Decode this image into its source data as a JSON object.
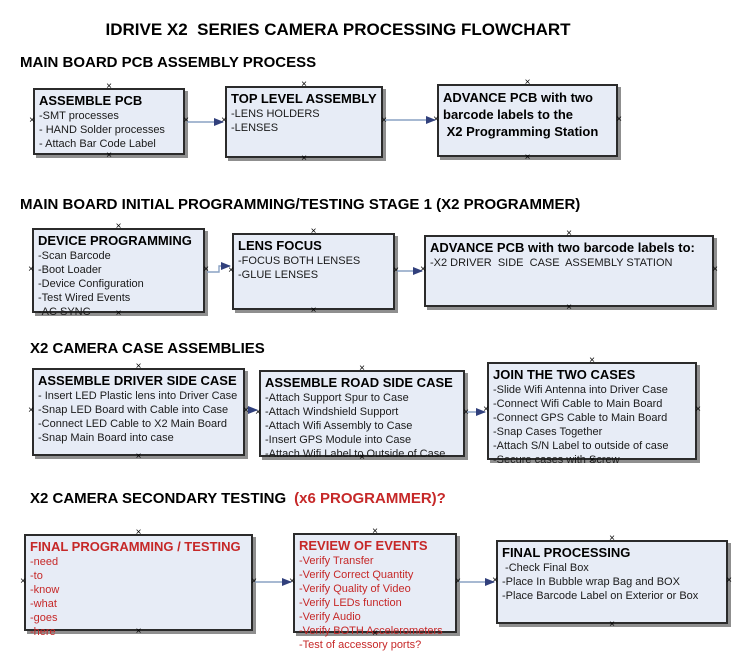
{
  "title": "IDRIVE X2  SERIES CAMERA PROCESSING FLOWCHART",
  "colors": {
    "box_fill": "#e7ecf6",
    "box_border": "#2b2b2b",
    "shadow": "#8f8f8f",
    "arrow_line": "#8aa2c4",
    "arrow_head": "#31407c",
    "red": "#c62828"
  },
  "sections": [
    {
      "heading": "MAIN BOARD PCB ASSEMBLY PROCESS",
      "boxes": [
        {
          "title": "ASSEMBLE PCB",
          "items": [
            "-SMT processes",
            "- HAND Solder processes",
            "- Attach Bar Code Label"
          ]
        },
        {
          "title": "TOP LEVEL ASSEMBLY",
          "items": [
            "-LENS HOLDERS",
            "-LENSES"
          ]
        },
        {
          "title_lines": [
            "ADVANCE PCB with two",
            "barcode labels to the",
            " X2 Programming Station"
          ]
        }
      ]
    },
    {
      "heading": "MAIN BOARD INITIAL PROGRAMMING/TESTING STAGE 1 (X2 PROGRAMMER)",
      "boxes": [
        {
          "title": "DEVICE PROGRAMMING",
          "items": [
            "-Scan Barcode",
            "-Boot Loader",
            "-Device Configuration",
            "-Test Wired Events",
            "-AC SYNC"
          ]
        },
        {
          "title": "LENS FOCUS",
          "items": [
            "-FOCUS BOTH LENSES",
            "-GLUE LENSES"
          ]
        },
        {
          "title": "ADVANCE PCB with two barcode labels to:",
          "items": [
            "-X2 DRIVER  SIDE  CASE  ASSEMBLY STATION"
          ]
        }
      ]
    },
    {
      "heading": "X2 CAMERA CASE ASSEMBLIES",
      "boxes": [
        {
          "title": "ASSEMBLE DRIVER SIDE CASE",
          "items": [
            "- Insert LED Plastic lens into Driver Case",
            "-Snap LED Board with Cable into Case",
            "-Connect LED Cable to X2 Main Board",
            "-Snap Main Board into case"
          ]
        },
        {
          "title": "ASSEMBLE ROAD SIDE CASE",
          "items": [
            "-Attach Support Spur to Case",
            "-Attach Windshield Support",
            "-Attach Wifi Assembly to Case",
            "-Insert GPS Module into Case",
            "-Attach Wifi Label to Outside of Case"
          ]
        },
        {
          "title": "JOIN THE TWO CASES",
          "items": [
            "-Slide Wifi Antenna into Driver Case",
            "-Connect Wifi Cable to Main Board",
            "-Connect GPS Cable to Main Board",
            "-Snap Cases Together",
            "-Attach S/N Label to outside of case",
            "-Secure cases with Screw"
          ]
        }
      ]
    },
    {
      "heading": "X2 CAMERA SECONDARY TESTING",
      "heading_red": "(x6 PROGRAMMER)?",
      "boxes": [
        {
          "title": "FINAL PROGRAMMING / TESTING",
          "items": [
            "-need",
            "-to",
            "-know",
            "-what",
            "-goes",
            "-here"
          ]
        },
        {
          "title": "REVIEW OF EVENTS",
          "items": [
            "-Verify Transfer",
            "-Verify Correct Quantity",
            "-Verify Quality of Video",
            "-Verify LEDs function",
            "-Verify Audio",
            "-Verify BOTH Accelerometers",
            "-Test of accessory ports?"
          ]
        },
        {
          "title": "FINAL PROCESSING",
          "items": [
            " -Check Final Box",
            "-Place In Bubble wrap Bag and BOX",
            "-Place Barcode Label on Exterior or Box"
          ]
        }
      ]
    }
  ]
}
